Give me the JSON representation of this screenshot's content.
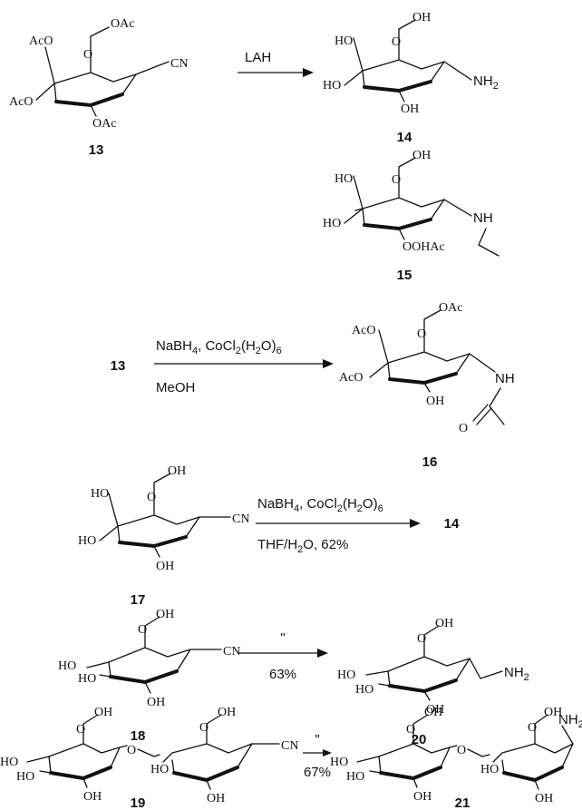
{
  "compounds": {
    "c13": "13",
    "c14": "14",
    "c15": "15",
    "c16": "16",
    "c17": "17",
    "c18": "18",
    "c19": "19",
    "c20": "20",
    "c21": "21"
  },
  "labels": {
    "OAc": "OAc",
    "AcO": "AcO",
    "CN": "CN",
    "OH": "OH",
    "HO": "HO",
    "NH2_N": "NH",
    "NH2_sub": "2",
    "NH": "NH",
    "OOHAc": "OOHAc",
    "O": "O"
  },
  "reactions": {
    "r1": {
      "reagent": "LAH"
    },
    "r2": {
      "reagent_parts": [
        "NaBH",
        "4",
        ", CoCl",
        "2",
        "(H",
        "2",
        "O)",
        "6"
      ],
      "solvent": "MeOH"
    },
    "r3": {
      "reagent_parts": [
        "NaBH",
        "4",
        ", CoCl",
        "2",
        "(H",
        "2",
        "O)",
        "6"
      ],
      "solvent_parts": [
        "THF/H",
        "2",
        "O, 62%"
      ]
    },
    "r4": {
      "ditto": "\"",
      "yield": "63%"
    },
    "r5": {
      "ditto": "\"",
      "yield": "67%"
    }
  }
}
